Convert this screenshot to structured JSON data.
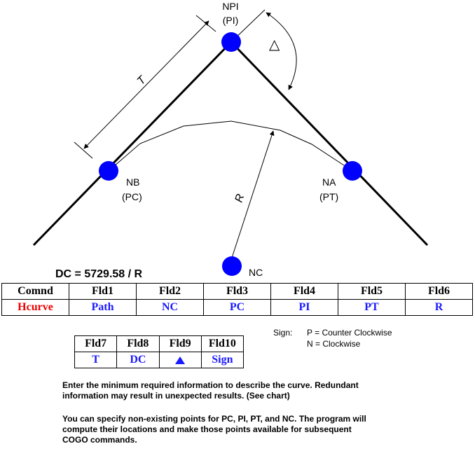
{
  "diagram": {
    "labels": {
      "npi": "NPI",
      "pi": "(PI)",
      "nb": "NB",
      "pc": "(PC)",
      "na": "NA",
      "pt": "(PT)",
      "nc": "NC",
      "t": "T",
      "r": "R",
      "delta": "△"
    },
    "formula": "DC = 5729.58 / R",
    "colors": {
      "point": "#0000ff",
      "line": "#000000"
    }
  },
  "table1": {
    "headers": [
      "Comnd",
      "Fld1",
      "Fld2",
      "Fld3",
      "Fld4",
      "Fld5",
      "Fld6"
    ],
    "values": [
      "Hcurve",
      "Path",
      "NC",
      "PC",
      "PI",
      "PT",
      "R"
    ]
  },
  "table2": {
    "headers": [
      "Fld7",
      "Fld8",
      "Fld9",
      "Fld10"
    ],
    "values": [
      "T",
      "DC",
      "",
      "Sign"
    ],
    "fld9_icon": "triangle-up-icon"
  },
  "sign": {
    "label": "Sign:",
    "p": "P = Counter Clockwise",
    "n": "N = Clockwise"
  },
  "notes": {
    "para1_line1": "Enter the minimum required information to describe the curve.  Redundant",
    "para1_line2": "information may result in unexpected results. (See chart)",
    "para2_line1": "You can specify non-existing points for PC, PI, PT, and NC.  The program will",
    "para2_line2": "compute their locations and make those points available for subsequent",
    "para2_line3": "COGO commands."
  }
}
